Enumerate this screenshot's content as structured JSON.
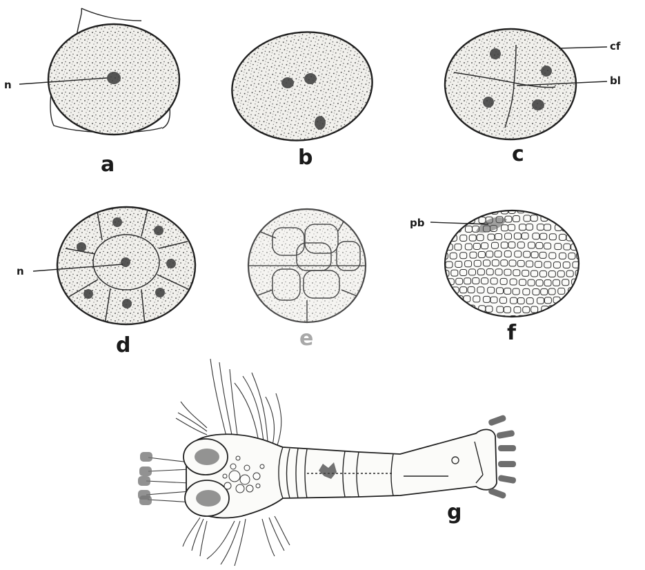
{
  "figure": {
    "panels": [
      {
        "id": "a",
        "label": "a",
        "annotations": [
          {
            "id": "n",
            "text": "n"
          }
        ]
      },
      {
        "id": "b",
        "label": "b",
        "annotations": []
      },
      {
        "id": "c",
        "label": "c",
        "annotations": [
          {
            "id": "cf",
            "text": "cf"
          },
          {
            "id": "bl",
            "text": "bl"
          }
        ]
      },
      {
        "id": "d",
        "label": "d",
        "annotations": [
          {
            "id": "n",
            "text": "n"
          }
        ]
      },
      {
        "id": "e",
        "label": "e",
        "annotations": []
      },
      {
        "id": "f",
        "label": "f",
        "annotations": [
          {
            "id": "pb",
            "text": "pb"
          }
        ]
      },
      {
        "id": "g",
        "label": "g",
        "annotations": []
      }
    ]
  }
}
